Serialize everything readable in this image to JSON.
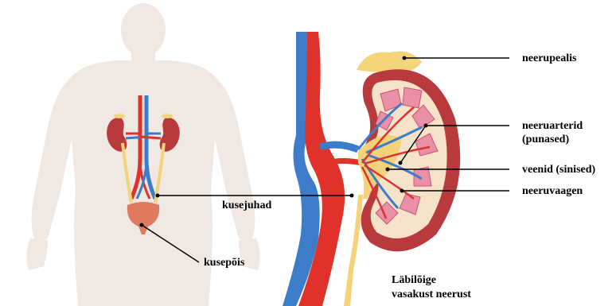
{
  "labels": {
    "neerupealis": "neerupealis",
    "neeruarterid_1": "neeruarterid",
    "neeruarterid_2": "(punased)",
    "veenid": "veenid (sinised)",
    "neeruvaagen": "neeruvaagen",
    "kusejuhad": "kusejuhad",
    "kusepois": "kusepõis",
    "caption_1": "Läbilõige",
    "caption_2": "vasakust neerust"
  },
  "colors": {
    "body_silhouette": "#f0e8e3",
    "artery": "#e0312b",
    "vein": "#3d7cc9",
    "kidney_cortex": "#b93a3c",
    "kidney_inner": "#f6e2c8",
    "pyramid": "#e98fa6",
    "ureter": "#f3d27a",
    "bladder": "#e07a5f",
    "adrenal": "#f5d57a"
  },
  "icons": [
    "human-body-silhouette",
    "kidney-cross-section-illustration",
    "urinary-system-illustration"
  ]
}
